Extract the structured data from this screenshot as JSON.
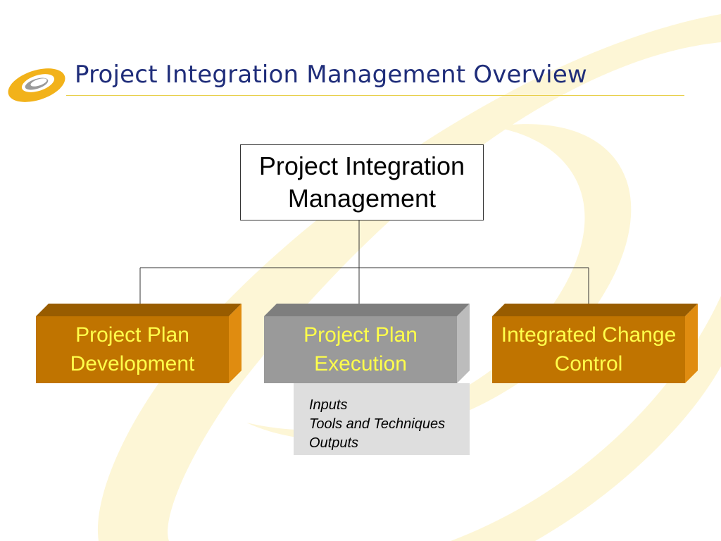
{
  "slide": {
    "title": "Project Integration Management Overview"
  },
  "diagram": {
    "root": {
      "label": "Project Integration Management"
    },
    "processes": [
      {
        "label": "Project Plan Development",
        "style": "highlight"
      },
      {
        "label": "Project Plan Execution",
        "style": "selected"
      },
      {
        "label": "Integrated Change Control",
        "style": "highlight"
      }
    ],
    "detail": {
      "items": [
        "Inputs",
        "Tools and Techniques",
        "Outputs"
      ]
    }
  },
  "colors": {
    "title_text": "#1f2d7a",
    "highlight_front": "#c07400",
    "highlight_top": "#985c00",
    "highlight_side": "#e08c10",
    "selected_front": "#9a9a9a",
    "selected_top": "#7e7e7e",
    "selected_side": "#bcbcbc",
    "process_text": "#ffff4a",
    "detail_fill": "#dedede"
  },
  "icons": {
    "logo": "orange-ring-logo-icon"
  }
}
